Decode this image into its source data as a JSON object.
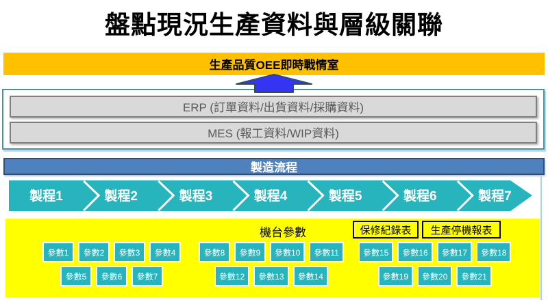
{
  "title": "盤點現況生產資料與層級關聯",
  "banner": {
    "label": "生產品質OEE即時戰情室",
    "color": "#FFC000"
  },
  "systems": [
    {
      "label": "ERP (訂單資料/出貨資料/採購資料)"
    },
    {
      "label": "MES (報工資料/WIP資料)"
    }
  ],
  "flow": {
    "label": "製造流程",
    "color": "#4F81BD"
  },
  "process_steps": [
    "製程1",
    "製程2",
    "製程3",
    "製程4",
    "製程5",
    "製程6",
    "製程7"
  ],
  "panel": {
    "machine_params_label": "機台參數",
    "records": [
      "保修紀錄表",
      "生產停機報表"
    ],
    "parameter_groups": [
      {
        "row1": [
          "參數1",
          "參數2",
          "參數3",
          "參數4"
        ],
        "row2": [
          "參數5",
          "參數6",
          "參數7"
        ]
      },
      {
        "row1": [
          "參數8",
          "參數9",
          "參數10",
          "參數11"
        ],
        "row2": [
          "參數12",
          "參數13",
          "參數14"
        ]
      },
      {
        "row1": [
          "參數15",
          "參數16",
          "參數17",
          "參數18"
        ],
        "row2": [
          "參數19",
          "參數20",
          "參數21"
        ]
      }
    ],
    "background": "#FFFF00"
  },
  "colors": {
    "accent_teal": "#28B4BC",
    "arrow_blue": "#3434F2",
    "arrow_border": "#2F4D68",
    "bar_blue": "#4F81BD",
    "banner_orange": "#FFC000",
    "panel_yellow": "#FFFF00",
    "system_bar_gray": "#D9D9D9"
  }
}
